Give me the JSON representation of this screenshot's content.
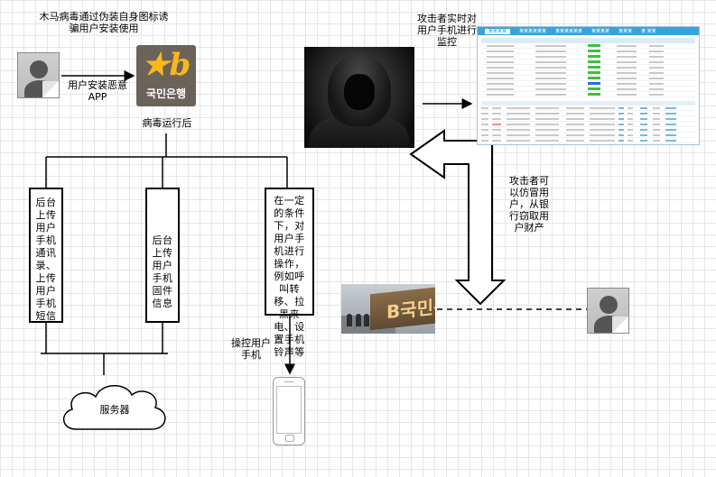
{
  "labels": {
    "trojan_title": "木马病毒通过伪装自身图标诱骗用户安装使用",
    "install_app": "用户安装恶意APP",
    "after_run": "病毒运行后",
    "attacker_monitor": "攻击者实时对用户手机进行监控",
    "impersonate": "攻击者可以仿冒用户，从银行窃取用户财产",
    "control_phone": "操控用户手机",
    "server": "服务器"
  },
  "boxes": {
    "upload_contacts": "后台上传用户手机通讯录、上传用户手机短信",
    "upload_device": "后台上传用户手机固件信息",
    "remote_ops": "在一定的条件下，对用户手机进行操作，例如呼叫转移、拉黑来电、设置手机铃声等"
  },
  "logo": {
    "bank_name": "국민은행",
    "mark": "★b",
    "brand_color": "#f7b81b"
  },
  "photo": {
    "sign_text": "B국민은행"
  },
  "monitor": {
    "tabs": [
      "某某某某",
      "某某某某某某",
      "某某某某某某",
      "某某某某",
      "某某某",
      "某 某某"
    ]
  },
  "icons": [
    "user-avatar-icon",
    "kb-bank-logo",
    "hacker-image",
    "monitor-screenshot",
    "bank-sign-photo",
    "cloud-icon",
    "smartphone-icon"
  ]
}
